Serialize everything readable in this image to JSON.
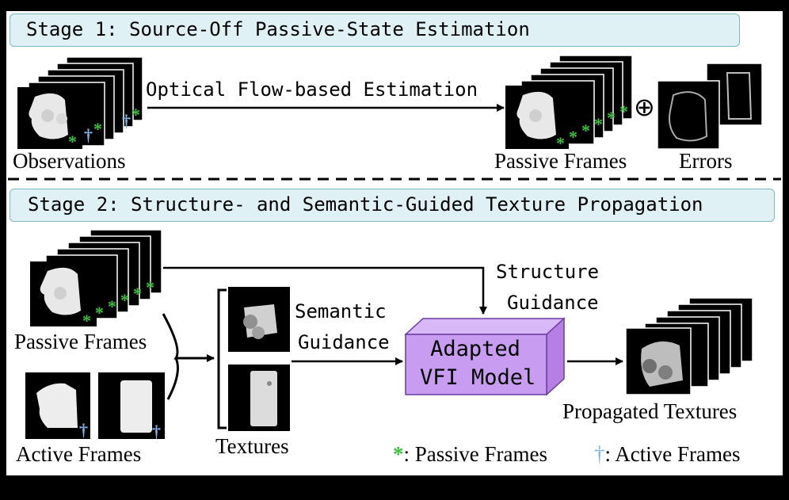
{
  "stage1": {
    "title": "Stage 1: Source-Off Passive-State Estimation"
  },
  "stage2": {
    "title": "Stage 2: Structure- and Semantic-Guided Texture Propagation"
  },
  "labels": {
    "observations": "Observations",
    "optical_flow": "Optical Flow-based Estimation",
    "passive_frames_1": "Passive Frames",
    "errors": "Errors",
    "passive_frames_2": "Passive Frames",
    "active_frames": "Active Frames",
    "textures": "Textures",
    "semantic_guidance_1": "Semantic",
    "semantic_guidance_2": "Guidance",
    "structure_guidance_1": "Structure",
    "structure_guidance_2": "Guidance",
    "model_line1": "Adapted",
    "model_line2": "VFI Model",
    "propagated": "Propagated Textures",
    "oplus": "⊕"
  },
  "legend": {
    "star_symbol": "*",
    "star_text": ": Passive Frames",
    "dagger_symbol": "†",
    "dagger_text": ": Active Frames"
  },
  "colors": {
    "star": "#3fbf3f",
    "dagger": "#7fb2e6",
    "model_fill": "#c89cf0",
    "model_top": "#d9b8f7",
    "model_side": "#b57fe6",
    "banner": "#dff1f4"
  }
}
